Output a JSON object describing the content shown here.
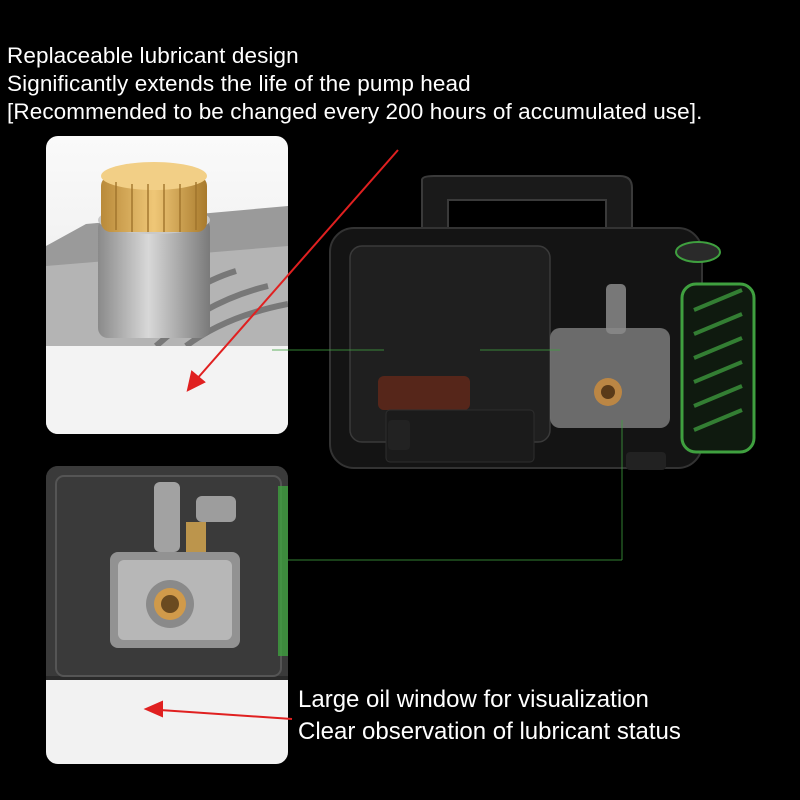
{
  "headline": {
    "line1": "Replaceable lubricant design",
    "line2": "Significantly extends the life of the pump head",
    "line3": "[Recommended to be changed every 200 hours of accumulated use]."
  },
  "caption": {
    "line1": "Large oil window for visualization",
    "line2": "Clear observation of lubricant status"
  },
  "colors": {
    "background": "#000000",
    "text": "#ffffff",
    "arrow": "#e02020",
    "accent_green": "#3fa03f",
    "cap_gold": "#d4a650"
  }
}
